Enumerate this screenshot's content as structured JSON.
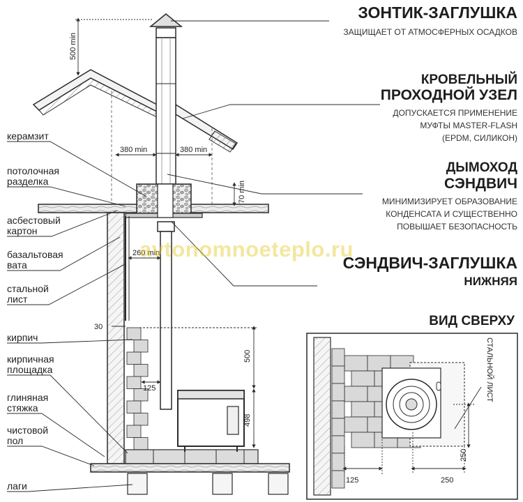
{
  "headings": {
    "cap": {
      "title": "ЗОНТИК-ЗАГЛУШКА",
      "sub": "ЗАЩИЩАЕТ ОТ АТМОСФЕРНЫХ ОСАДКОВ"
    },
    "roof": {
      "title1": "КРОВЕЛЬНЫЙ",
      "title2": "ПРОХОДНОЙ УЗЕЛ",
      "sub1": "ДОПУСКАЕТСЯ ПРИМЕНЕНИЕ",
      "sub2": "МУФТЫ MASTER-FLASH",
      "sub3": "(EPDM, СИЛИКОН)"
    },
    "chimney": {
      "title1": "ДЫМОХОД",
      "title2": "СЭНДВИЧ",
      "sub1": "МИНИМИЗИРУЕТ ОБРАЗОВАНИЕ",
      "sub2": "КОНДЕНСАТА И СУЩЕСТВЕННО",
      "sub3": "ПОВЫШАЕТ БЕЗОПАСНОСТЬ"
    },
    "plug": {
      "title1": "СЭНДВИЧ-ЗАГЛУШКА",
      "title2": "НИЖНЯЯ"
    },
    "top_view": "ВИД СВЕРХУ"
  },
  "labels": {
    "keramzit": "керамзит",
    "razdelka1": "потолочная",
    "razdelka2": "разделка",
    "asbest1": "асбестовый",
    "asbest2": "картон",
    "bazalt1": "базальтовая",
    "bazalt2": "вата",
    "steel1": "стальной",
    "steel2": "лист",
    "brick": "кирпич",
    "pad1": "кирпичная",
    "pad2": "площадка",
    "clay1": "глиняная",
    "clay2": "стяжка",
    "floor1": "чистовой",
    "floor2": "пол",
    "logs": "лаги"
  },
  "dims": {
    "d500min": "500 min",
    "d380a": "380 min",
    "d380b": "380 min",
    "d70": "70 min",
    "d260": "260 min",
    "d30": "30",
    "d500": "500",
    "d125": "125",
    "d498": "498",
    "tv125": "125",
    "tv250a": "250",
    "tv250b": "250",
    "tv_steel": "СТАЛЬНОЙ ЛИСТ"
  },
  "watermark": "avtonomnoeteplo.ru",
  "colors": {
    "line": "#2a2a2a",
    "brick": "#d9d9d9",
    "hatch": "#ffffff",
    "watermark": "#e6c828"
  }
}
